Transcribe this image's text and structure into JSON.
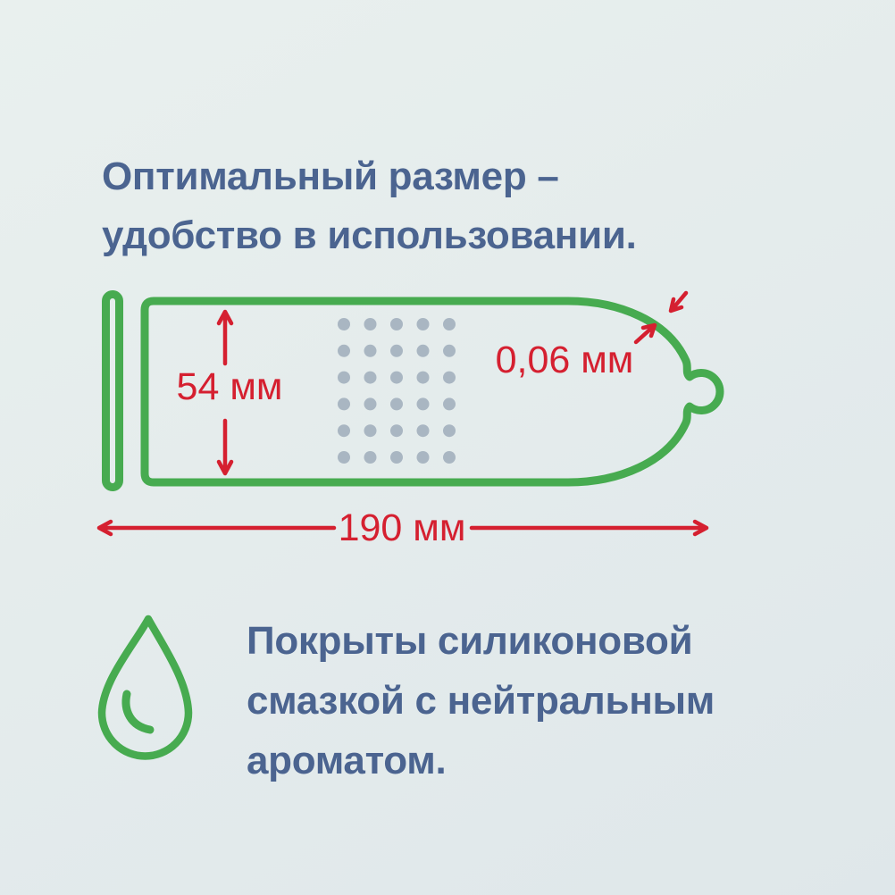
{
  "colors": {
    "background_top": "#e9f0ee",
    "background_bottom": "#dfe7ea",
    "green": "#47ab50",
    "red": "#d52030",
    "blue_text": "#4b6490",
    "dot_gray": "#a9b6c2"
  },
  "title": {
    "lines": [
      "Оптимальный размер –",
      "удобство в использовании."
    ]
  },
  "diagram": {
    "name": "condom size diagram",
    "width_label": "54 мм",
    "length_label": "190 мм",
    "thickness_label": "0,06 мм",
    "texture_dots": {
      "rows": 6,
      "cols": 5
    }
  },
  "feature": {
    "icon": "water-drop-icon",
    "lines": [
      "Покрыты силиконовой",
      "смазкой с нейтральным",
      "ароматом."
    ]
  }
}
